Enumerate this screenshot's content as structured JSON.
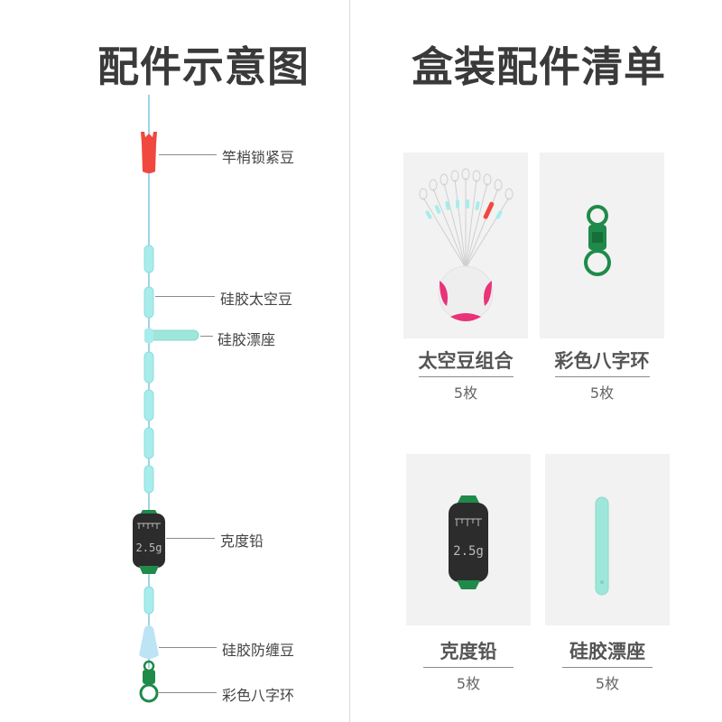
{
  "left": {
    "title": "配件示意图",
    "labels": {
      "rod_tip_lock_bean": "竿梢锁紧豆",
      "silicone_space_bean": "硅胶太空豆",
      "silicone_float_seat": "硅胶漂座",
      "sinker": "克度铅",
      "silicone_anti_tangle_bean": "硅胶防缠豆",
      "colored_swivel": "彩色八字环"
    },
    "sinker_mark": "2.5g"
  },
  "right": {
    "title": "盒装配件清单",
    "items": [
      {
        "name": "太空豆组合",
        "count": "5枚"
      },
      {
        "name": "彩色八字环",
        "count": "5枚"
      },
      {
        "name": "克度铅",
        "count": "5枚"
      },
      {
        "name": "硅胶漂座",
        "count": "5枚"
      }
    ]
  },
  "colors": {
    "line": "#7fc6de",
    "bead": "#a8ecec",
    "lock_bean": "#f0483e",
    "swivel": "#1f8a4a",
    "sinker": "#2c2c2c",
    "space_bean_pink": "#e8327a"
  }
}
